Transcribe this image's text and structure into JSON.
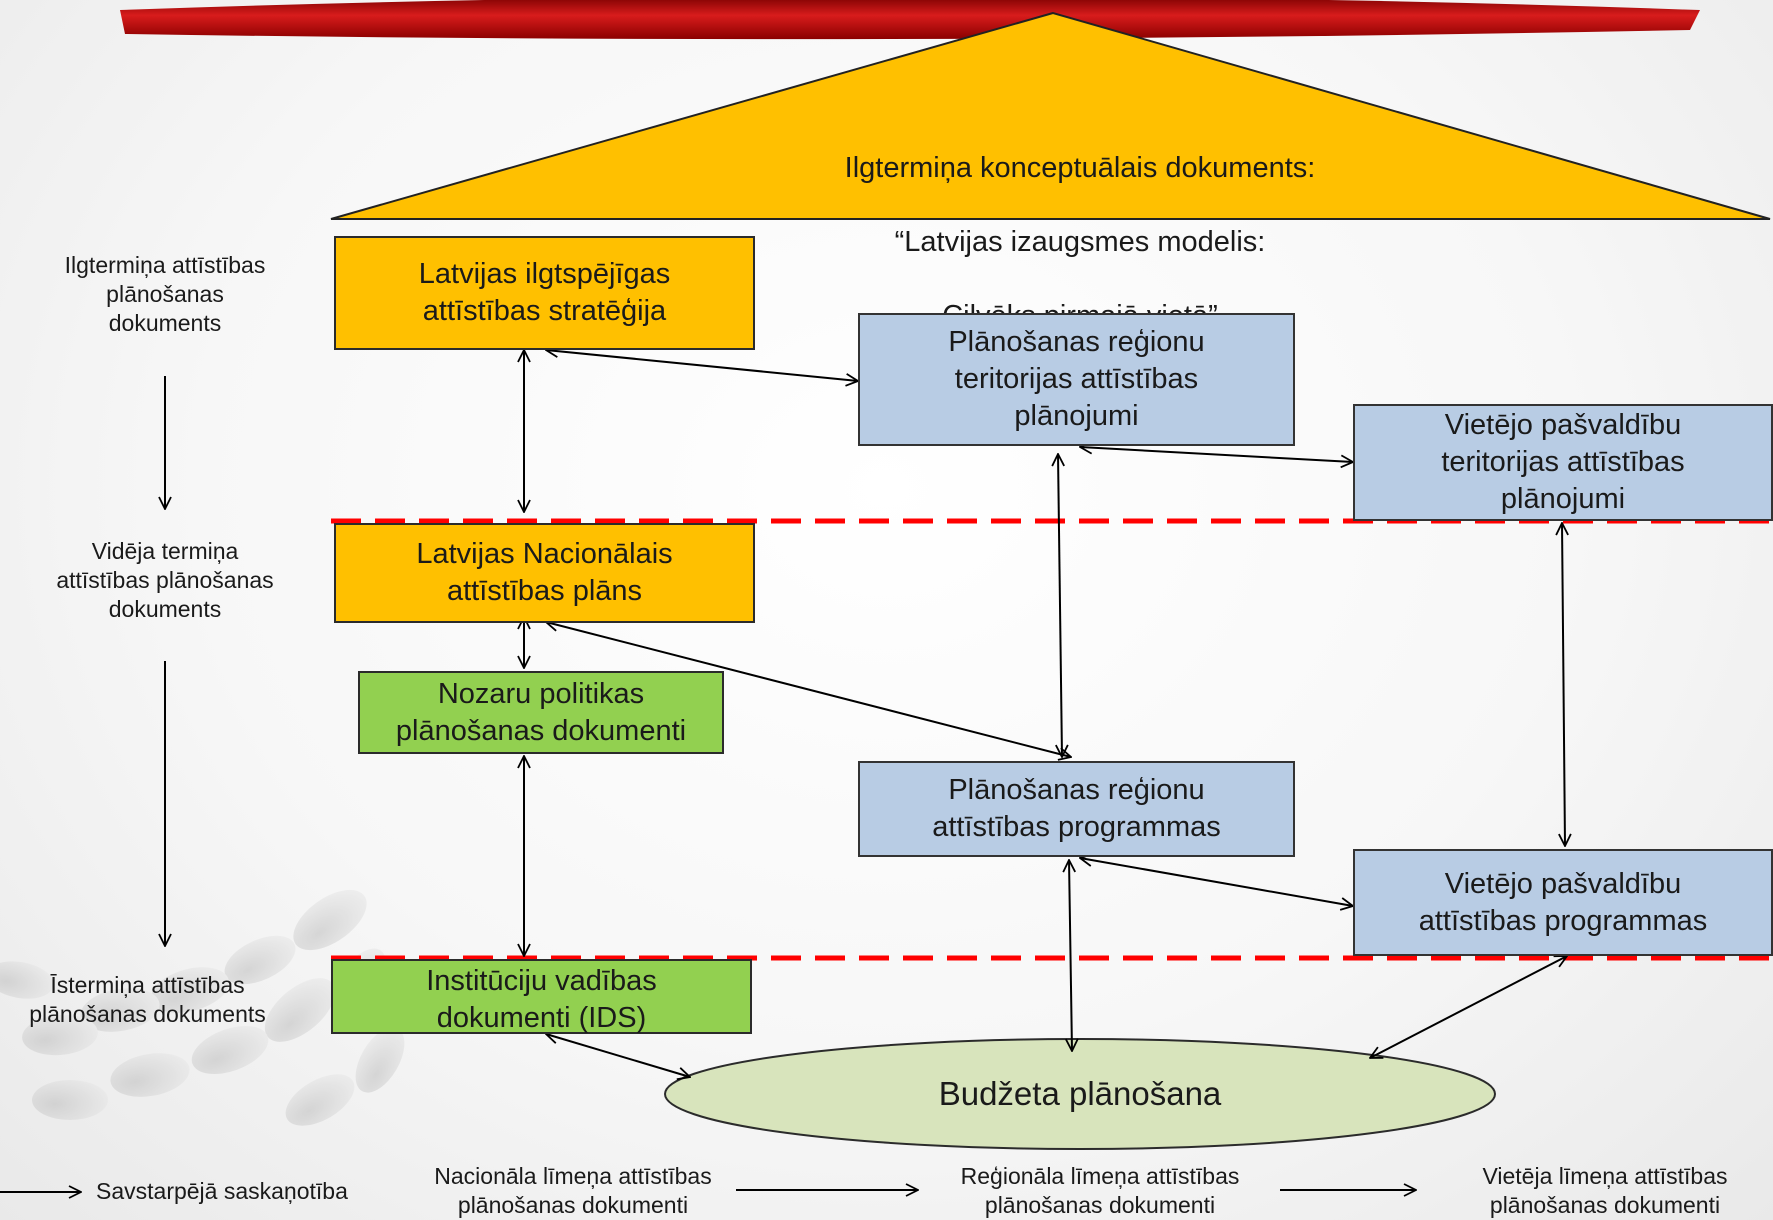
{
  "roof": {
    "line1": "Ilgtermiņa konceptuālais dokuments:",
    "line2": "“Latvijas izaugsmes modelis:",
    "line3": "Cilvēks pirmajā vietā”"
  },
  "left_labels": {
    "long_term": "Ilgtermiņa attīstības\nplānošanas\ndokuments",
    "medium_term": "Vidēja termiņa\nattīstības plānošanas\ndokuments",
    "short_term": "Īstermiņa attīstības\nplānošanas dokuments"
  },
  "boxes": {
    "sustainable_strategy": "Latvijas ilgtspējīgas\nattīstības stratēģija",
    "regional_territorial_plans": "Plānošanas reģionu\nteritorijas attīstības\nplānojumi",
    "local_territorial_plans": "Vietējo pašvaldību\nteritorijas attīstības\nplānojumi",
    "national_development_plan": "Latvijas Nacionālais\nattīstības plāns",
    "sector_policy_docs": "Nozaru politikas\nplānošanas dokumenti",
    "regional_dev_programmes": "Plānošanas reģionu\nattīstības programmas",
    "local_dev_programmes": "Vietējo pašvaldību\nattīstības programmas",
    "institution_docs": "Institūciju vadības\ndokumenti (IDS)",
    "budget_planning": "Budžeta plānošana"
  },
  "legend": {
    "mutual": "Savstarpējā saskaņotība",
    "national": "Nacionāla līmeņa attīstības\nplānošanas dokumenti",
    "regional": "Reģionāla līmeņa attīstības\nplānošanas dokumenti",
    "local": "Vietēja līmeņa attīstības\nplānošanas dokumenti"
  },
  "colors": {
    "orange": "#ffc000",
    "blue": "#b8cce4",
    "green": "#92d050",
    "ellipse": "#d8e4bc",
    "dashed_line": "#ff0000",
    "banner": "#c00000"
  }
}
